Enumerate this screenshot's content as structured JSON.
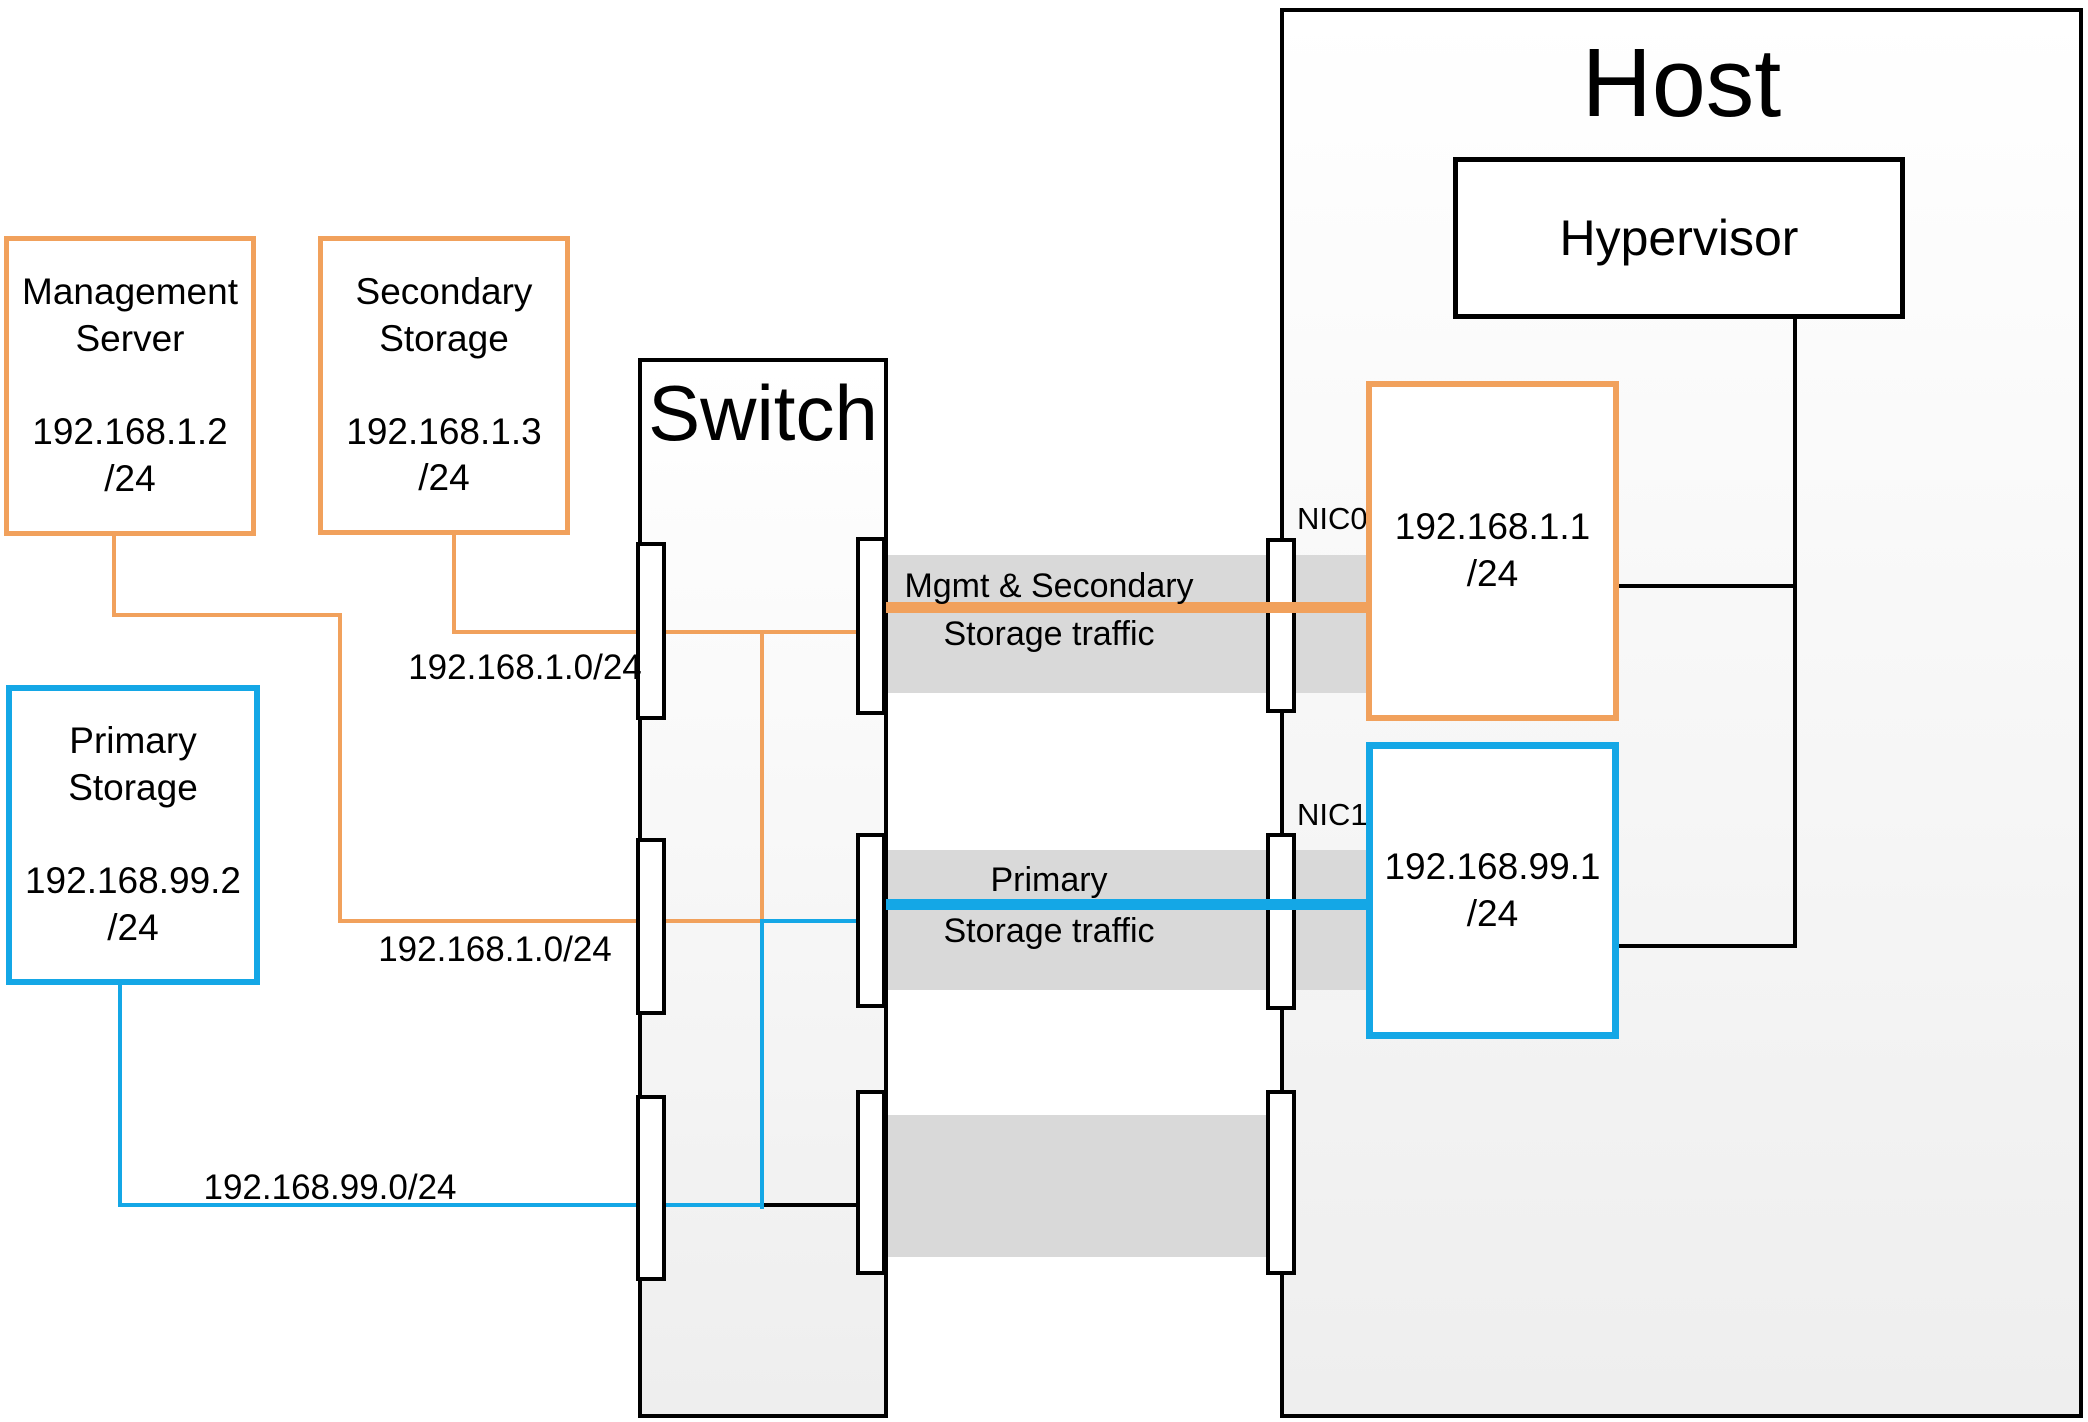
{
  "colors": {
    "orange": "#F1A15C",
    "blue": "#14A7E6",
    "band": "#D9D9D9",
    "black": "#000000"
  },
  "nodes": {
    "management_server": {
      "name": "Management\nServer",
      "address": "192.168.1.2\n/24"
    },
    "secondary_storage": {
      "name": "Secondary\nStorage",
      "address": "192.168.1.3\n/24"
    },
    "primary_storage": {
      "name": "Primary\nStorage",
      "address": "192.168.99.2\n/24"
    },
    "switch": {
      "name": "Switch"
    },
    "host": {
      "name": "Host"
    },
    "hypervisor": {
      "name": "Hypervisor"
    },
    "nic0": {
      "label": "NIC0",
      "address": "192.168.1.1\n/24"
    },
    "nic1": {
      "label": "NIC1",
      "address": "192.168.99.1\n/24"
    }
  },
  "subnet_labels": {
    "secondary": "192.168.1.0/24",
    "management": "192.168.1.0/24",
    "primary": "192.168.99.0/24"
  },
  "traffic_labels": {
    "mgmt_line1": "Mgmt & Secondary",
    "mgmt_line2": "Storage traffic",
    "primary_line1": "Primary",
    "primary_line2": "Storage traffic"
  }
}
